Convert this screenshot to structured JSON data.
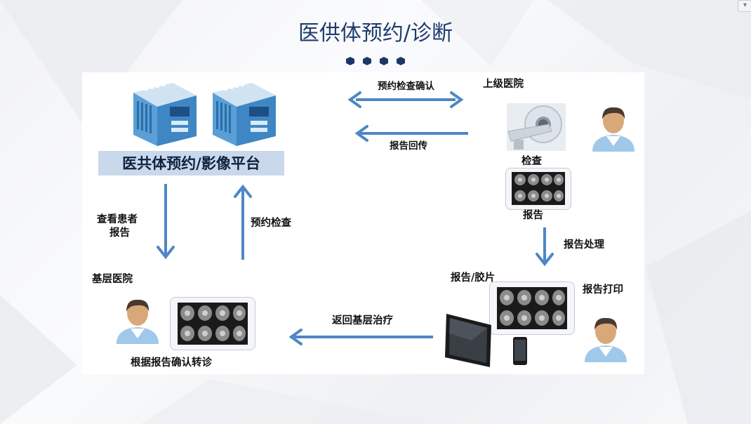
{
  "slide": {
    "title": "医供体预约/诊断",
    "dot_color": "#1c3668",
    "title_color": "#1f3d6e"
  },
  "diagram": {
    "platform_label": "医共体预约/影像平台",
    "platform_bg": "#cad8ec",
    "arrow_color": "#4f86c6",
    "labels": {
      "confirm_exam": "预约检查确认",
      "report_return": "报告回传",
      "upper_hospital": "上级医院",
      "exam": "检查",
      "report": "报告",
      "view_report_line1": "查看患者",
      "view_report_line2": "报告",
      "book_exam": "预约检查",
      "report_processing": "报告处理",
      "report_film": "报告/胶片",
      "report_print": "报告打印",
      "basic_hospital": "基层医院",
      "return_treatment": "返回基层治疗",
      "confirm_referral": "根据报告确认转诊"
    },
    "icons": [
      "server-icon",
      "server-icon",
      "ct-scanner-icon",
      "doctor-avatar-icon",
      "tablet-report-icon",
      "mobile-device-icon"
    ]
  }
}
